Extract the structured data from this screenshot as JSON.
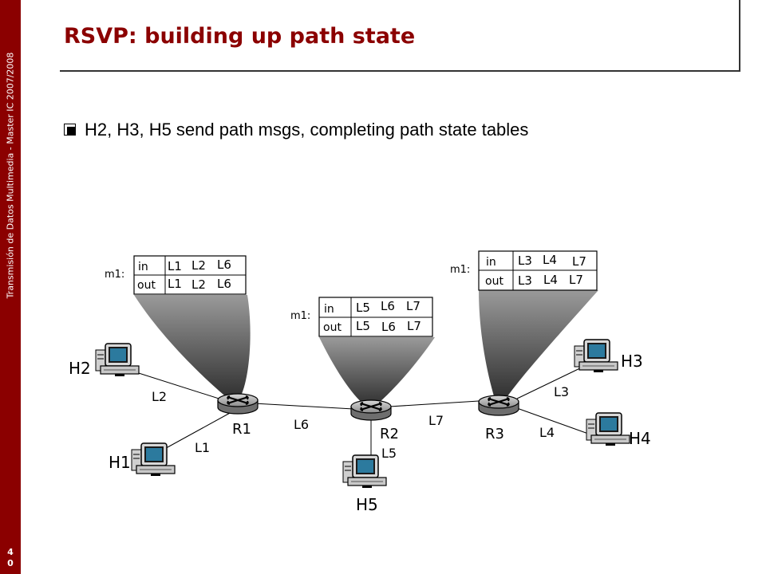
{
  "sidebar": {
    "course_text": "Transmisión de Datos Multimedia - Master IC 2007/2008",
    "slide_number": "40"
  },
  "title": "RSVP: building up path state",
  "bullet": "H2, H3, H5 send path msgs, completing path state tables",
  "diagram": {
    "routers": [
      {
        "id": "r1",
        "label": "R1"
      },
      {
        "id": "r2",
        "label": "R2"
      },
      {
        "id": "r3",
        "label": "R3"
      }
    ],
    "hosts": [
      {
        "id": "h1",
        "label": "H1"
      },
      {
        "id": "h2",
        "label": "H2"
      },
      {
        "id": "h3",
        "label": "H3"
      },
      {
        "id": "h4",
        "label": "H4"
      },
      {
        "id": "h5",
        "label": "H5"
      }
    ],
    "links": [
      {
        "id": "l1",
        "label": "L1"
      },
      {
        "id": "l2",
        "label": "L2"
      },
      {
        "id": "l3",
        "label": "L3"
      },
      {
        "id": "l4",
        "label": "L4"
      },
      {
        "id": "l5",
        "label": "L5"
      },
      {
        "id": "l6",
        "label": "L6"
      },
      {
        "id": "l7",
        "label": "L7"
      }
    ],
    "tables": [
      {
        "id": "r1",
        "caption": "m1:",
        "rows": [
          {
            "header": "in",
            "cells": [
              "L1",
              "L2",
              "L6"
            ]
          },
          {
            "header": "out",
            "cells": [
              "L1",
              "L2",
              "L6"
            ]
          }
        ]
      },
      {
        "id": "r2",
        "caption": "m1:",
        "rows": [
          {
            "header": "in",
            "cells": [
              "L5",
              "L6",
              "L7"
            ]
          },
          {
            "header": "out",
            "cells": [
              "L5",
              "L6",
              "L7"
            ]
          }
        ]
      },
      {
        "id": "r3",
        "caption": "m1:",
        "rows": [
          {
            "header": "in",
            "cells": [
              "L3",
              "L4",
              "L7"
            ]
          },
          {
            "header": "out",
            "cells": [
              "L3",
              "L4",
              "L7"
            ]
          }
        ]
      }
    ]
  }
}
